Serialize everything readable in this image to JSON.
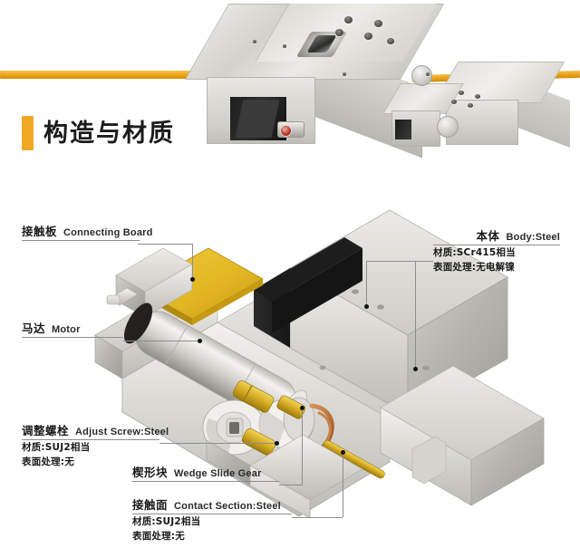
{
  "section": {
    "title": "构造与材质",
    "accent_color": "#f0a824"
  },
  "photo": {
    "caption": "",
    "cable_color": "#eda520",
    "body_color": "#d6d5d0"
  },
  "diagram": {
    "connecting_board_color": "#e8be28",
    "body_color": "#c9c8c3"
  },
  "callouts": [
    {
      "id": "connecting-board",
      "cn": "接触板",
      "en": "Connecting Board",
      "material": "",
      "surface": ""
    },
    {
      "id": "body",
      "cn": "本体",
      "en": "Body:Steel",
      "material": "材质:SCr415相当",
      "surface": "表面处理:无电解镍"
    },
    {
      "id": "motor",
      "cn": "马达",
      "en": "Motor",
      "material": "",
      "surface": ""
    },
    {
      "id": "adjust-screw",
      "cn": "调整螺栓",
      "en": "Adjust Screw:Steel",
      "material": "材质:SUJ2相当",
      "surface": "表面处理:无"
    },
    {
      "id": "wedge-slide-gear",
      "cn": "楔形块",
      "en": "Wedge Slide Gear",
      "material": "",
      "surface": ""
    },
    {
      "id": "contact-section",
      "cn": "接触面",
      "en": "Contact Section:Steel",
      "material": "材质:SUJ2相当",
      "surface": "表面处理:无"
    }
  ]
}
